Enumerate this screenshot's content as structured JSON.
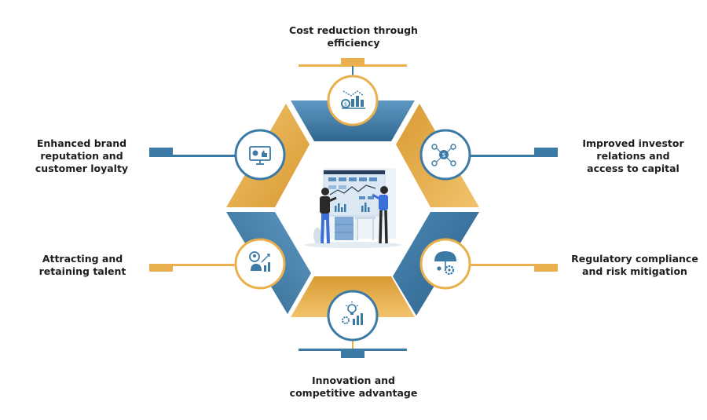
{
  "benefits": [
    {
      "id": "cost",
      "lines": [
        "Cost reduction through",
        "efficiency"
      ],
      "icon": "cost-chart-icon"
    },
    {
      "id": "investor",
      "lines": [
        "Improved investor",
        "relations and",
        "access to capital"
      ],
      "icon": "investor-network-icon"
    },
    {
      "id": "regulatory",
      "lines": [
        "Regulatory compliance",
        "and risk mitigation"
      ],
      "icon": "umbrella-gear-icon"
    },
    {
      "id": "innovation",
      "lines": [
        "Innovation and",
        "competitive advantage"
      ],
      "icon": "lightbulb-chart-icon"
    },
    {
      "id": "talent",
      "lines": [
        "Attracting and",
        "retaining talent"
      ],
      "icon": "talent-growth-icon"
    },
    {
      "id": "brand",
      "lines": [
        "Enhanced brand",
        "reputation and",
        "customer loyalty"
      ],
      "icon": "brand-monitor-icon"
    }
  ],
  "colors": {
    "blue": "#3c7aa6",
    "blue_dark": "#2f6790",
    "blue_light": "#5f98c2",
    "gold": "#e9b04d",
    "gold_dark": "#d99a33",
    "gold_light": "#f1c36c",
    "text": "#1e1e1e"
  },
  "center_illustration": "analysts-at-dashboard-illustration"
}
